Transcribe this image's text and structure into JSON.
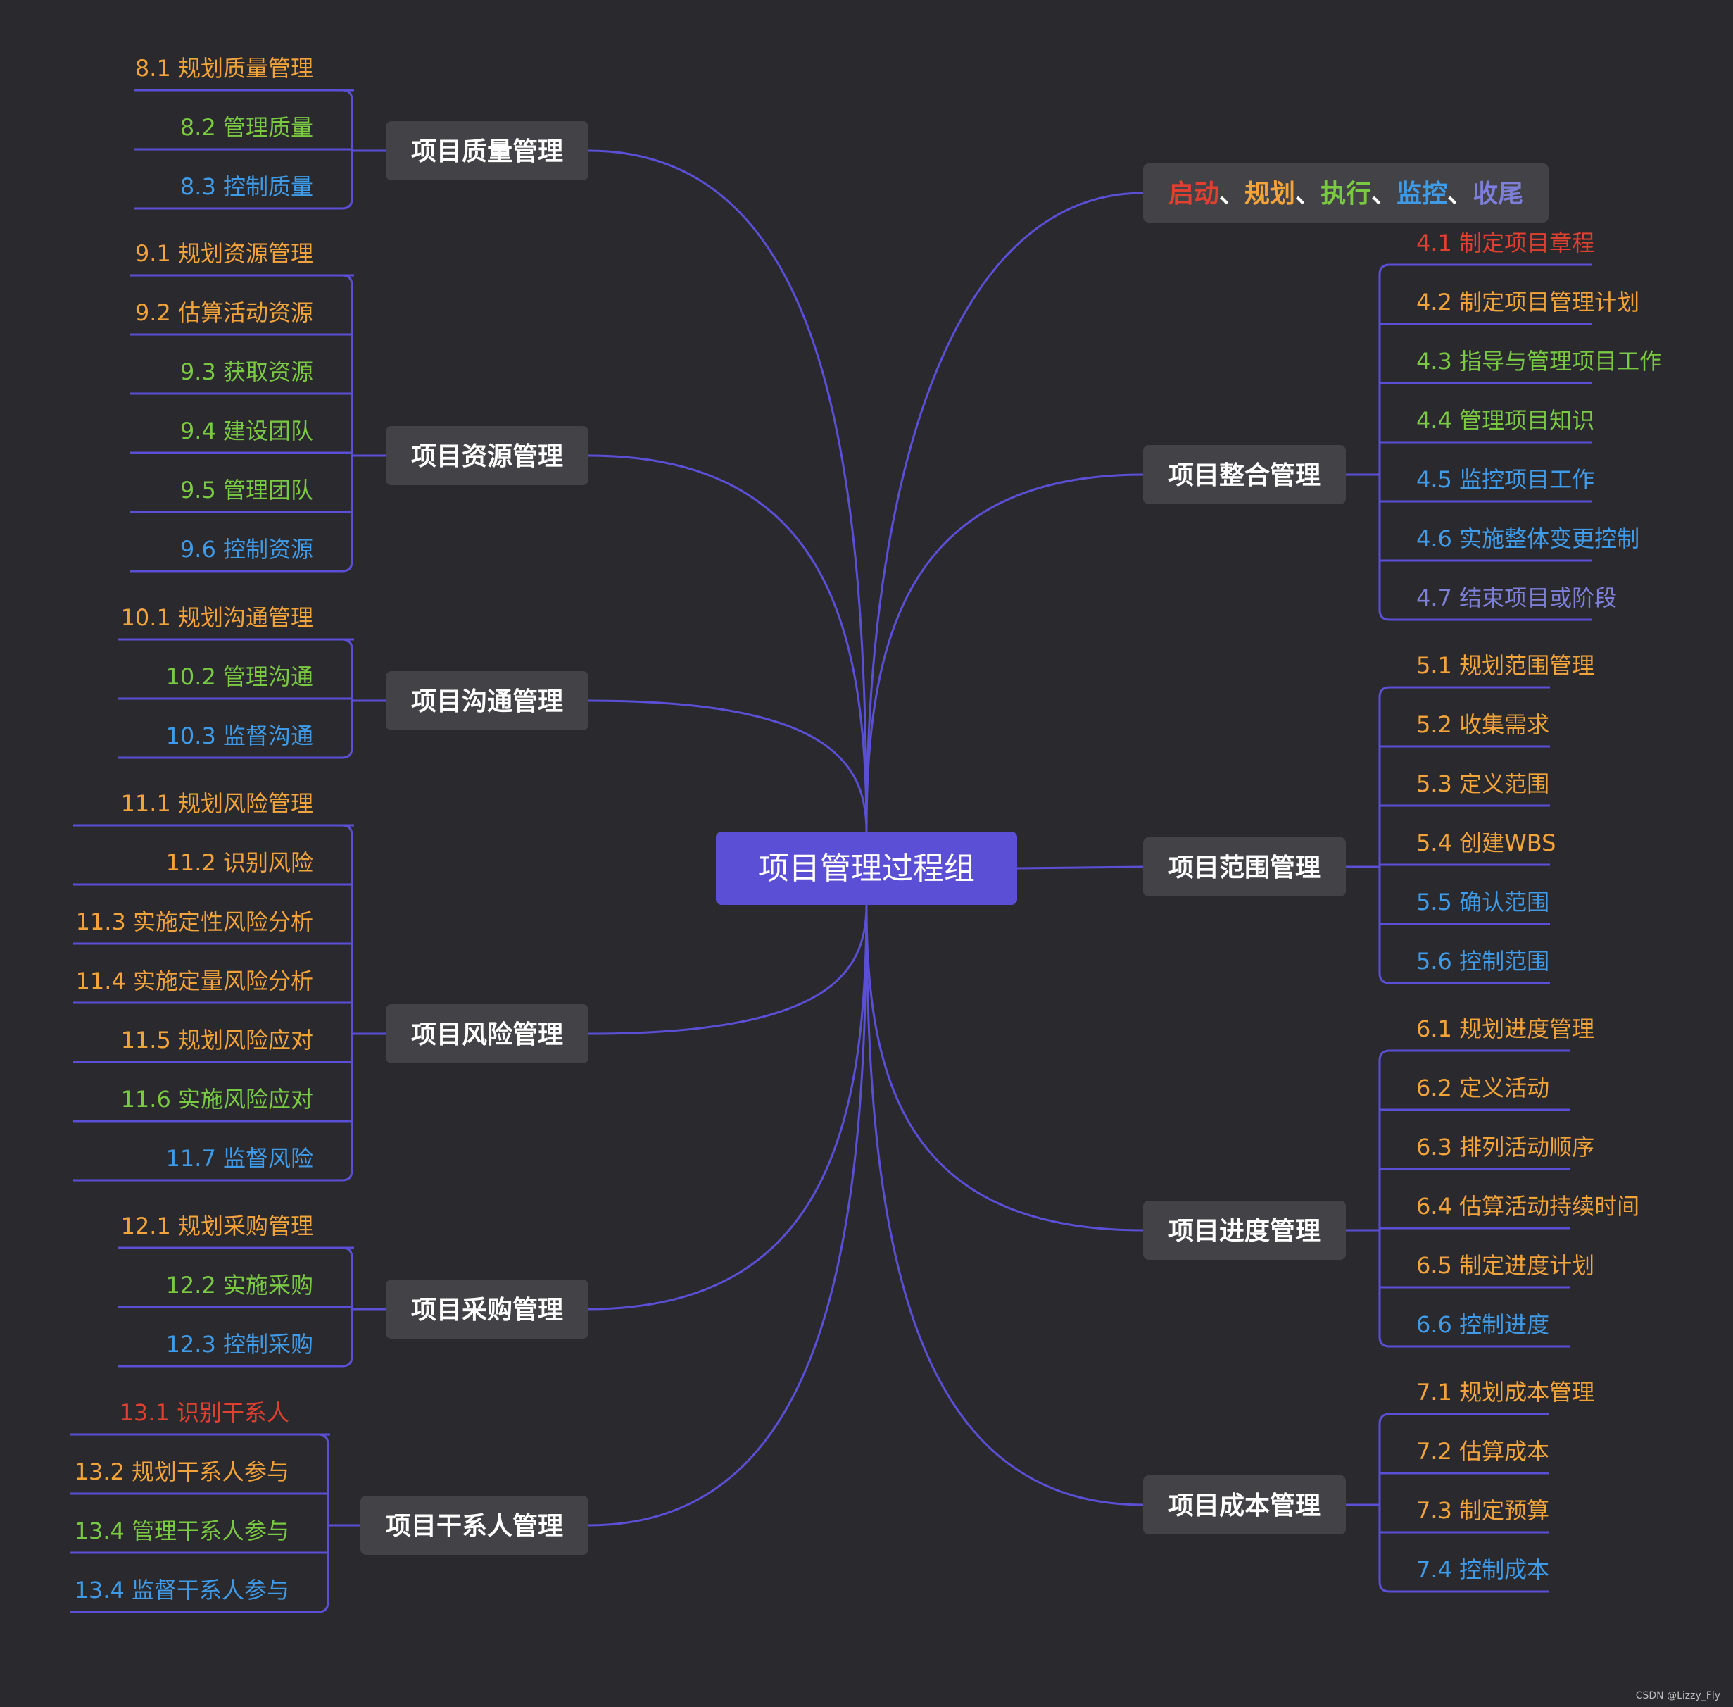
{
  "root": {
    "label": "项目管理过程组"
  },
  "colors": {
    "background": "#2a2a2e",
    "line": "#5b4fd6",
    "root_fill": "#5b4fd6",
    "branch_fill": "#434347",
    "branch_text": "#ffffff",
    "red": "#e0402f",
    "orange": "#f2a33a",
    "green": "#7ac943",
    "blue": "#3f9be8",
    "purple": "#7d7fd8"
  },
  "legend": {
    "parts": [
      {
        "text": "启动",
        "color": "red"
      },
      {
        "text": "、",
        "color": "white"
      },
      {
        "text": "规划",
        "color": "orange"
      },
      {
        "text": "、",
        "color": "white"
      },
      {
        "text": "执行",
        "color": "green"
      },
      {
        "text": "、",
        "color": "white"
      },
      {
        "text": "监控",
        "color": "blue"
      },
      {
        "text": "、",
        "color": "white"
      },
      {
        "text": "收尾",
        "color": "purple"
      }
    ]
  },
  "branches": {
    "quality": {
      "label": "项目质量管理",
      "items": [
        {
          "text": "8.1  规划质量管理",
          "color": "orange"
        },
        {
          "text": "8.2 管理质量",
          "color": "green"
        },
        {
          "text": "8.3 控制质量",
          "color": "blue"
        }
      ]
    },
    "resource": {
      "label": "项目资源管理",
      "items": [
        {
          "text": "9.1  规划资源管理",
          "color": "orange"
        },
        {
          "text": "9.2  估算活动资源",
          "color": "orange"
        },
        {
          "text": "9.3 获取资源",
          "color": "green"
        },
        {
          "text": "9.4 建设团队",
          "color": "green"
        },
        {
          "text": "9.5 管理团队",
          "color": "green"
        },
        {
          "text": "9.6  控制资源",
          "color": "blue"
        }
      ]
    },
    "communication": {
      "label": "项目沟通管理",
      "items": [
        {
          "text": "10.1  规划沟通管理",
          "color": "orange"
        },
        {
          "text": "10.2  管理沟通",
          "color": "green"
        },
        {
          "text": "10.3  监督沟通",
          "color": "blue"
        }
      ]
    },
    "risk": {
      "label": "项目风险管理",
      "items": [
        {
          "text": "11.1  规划风险管理",
          "color": "orange"
        },
        {
          "text": "11.2  识别风险",
          "color": "orange"
        },
        {
          "text": "11.3  实施定性风险分析",
          "color": "orange"
        },
        {
          "text": "11.4  实施定量风险分析",
          "color": "orange"
        },
        {
          "text": "11.5  规划风险应对",
          "color": "orange"
        },
        {
          "text": "11.6 实施风险应对",
          "color": "green"
        },
        {
          "text": "11.7 监督风险",
          "color": "blue"
        }
      ]
    },
    "procurement": {
      "label": "项目采购管理",
      "items": [
        {
          "text": "12.1  规划采购管理",
          "color": "orange"
        },
        {
          "text": "12.2  实施采购",
          "color": "green"
        },
        {
          "text": "12.3  控制采购",
          "color": "blue"
        }
      ]
    },
    "stakeholder": {
      "label": "项目干系人管理",
      "items": [
        {
          "text": "13.1  识别干系人",
          "color": "red"
        },
        {
          "text": "13.2  规划干系人参与",
          "color": "orange"
        },
        {
          "text": "13.4  管理干系人参与",
          "color": "green"
        },
        {
          "text": "13.4  监督干系人参与",
          "color": "blue"
        }
      ]
    },
    "integration": {
      "label": "项目整合管理",
      "items": [
        {
          "text": "4.1 制定项目章程",
          "color": "red"
        },
        {
          "text": "4.2 制定项目管理计划",
          "color": "orange"
        },
        {
          "text": "4.3 指导与管理项目工作",
          "color": "green"
        },
        {
          "text": "4.4 管理项目知识",
          "color": "green"
        },
        {
          "text": "4.5 监控项目工作",
          "color": "blue"
        },
        {
          "text": "4.6 实施整体变更控制",
          "color": "blue"
        },
        {
          "text": "4.7 结束项目或阶段",
          "color": "purple"
        }
      ]
    },
    "scope": {
      "label": "项目范围管理",
      "items": [
        {
          "text": "5.1 规划范围管理",
          "color": "orange"
        },
        {
          "text": "5.2 收集需求",
          "color": "orange"
        },
        {
          "text": "5.3 定义范围",
          "color": "orange"
        },
        {
          "text": "5.4 创建WBS",
          "color": "orange"
        },
        {
          "text": "5.5 确认范围",
          "color": "blue"
        },
        {
          "text": "5.6 控制范围",
          "color": "blue"
        }
      ]
    },
    "schedule": {
      "label": "项目进度管理",
      "items": [
        {
          "text": "6.1 规划进度管理",
          "color": "orange"
        },
        {
          "text": "6.2 定义活动",
          "color": "orange"
        },
        {
          "text": "6.3  排列活动顺序",
          "color": "orange"
        },
        {
          "text": "6.4  估算活动持续时间",
          "color": "orange"
        },
        {
          "text": "6.5  制定进度计划",
          "color": "orange"
        },
        {
          "text": "6.6 控制进度",
          "color": "blue"
        }
      ]
    },
    "cost": {
      "label": "项目成本管理",
      "items": [
        {
          "text": "7.1  规划成本管理",
          "color": "orange"
        },
        {
          "text": "7.2 估算成本",
          "color": "orange"
        },
        {
          "text": "7.3 制定预算",
          "color": "orange"
        },
        {
          "text": "7.4 控制成本",
          "color": "blue"
        }
      ]
    }
  },
  "watermark": "CSDN @Lizzy_Fly"
}
